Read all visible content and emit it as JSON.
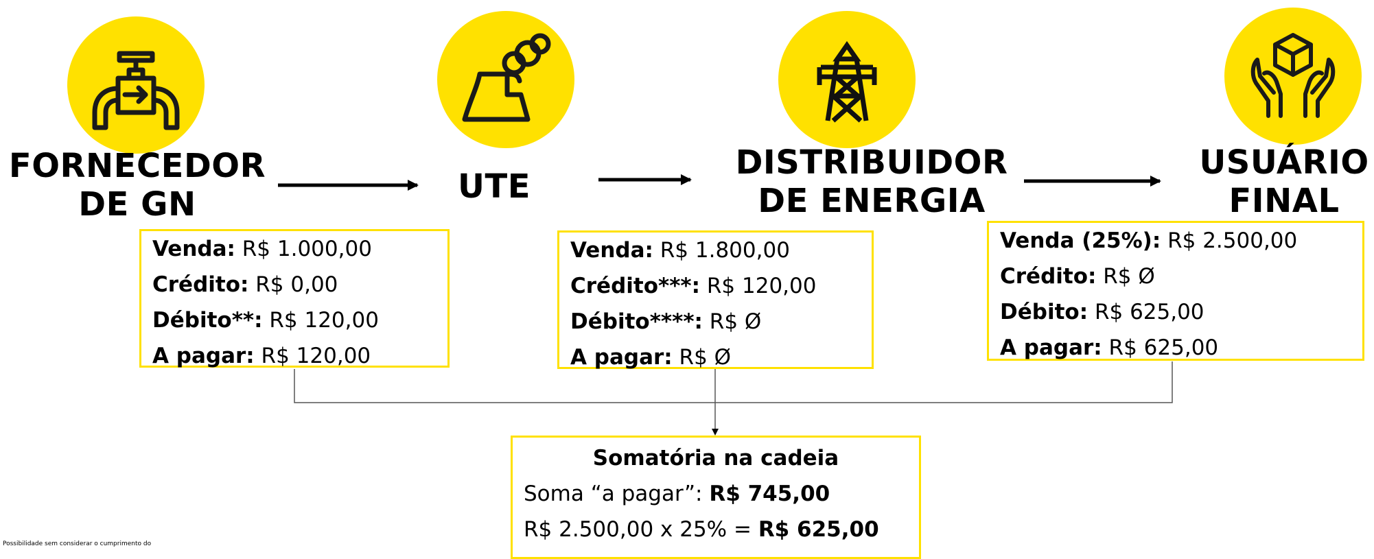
{
  "colors": {
    "accent": "#FFE100",
    "ink": "#000000",
    "connector": "#555555"
  },
  "stages": [
    {
      "id": "fornecedor",
      "icon": "gas-valve-icon",
      "line1": "FORNECEDOR",
      "line2": "DE GN"
    },
    {
      "id": "ute",
      "icon": "power-plant-icon",
      "line1": "UTE",
      "line2": ""
    },
    {
      "id": "distribuidor",
      "icon": "transmission-tower-icon",
      "line1": "DISTRIBUIDOR",
      "line2": "DE ENERGIA"
    },
    {
      "id": "usuario",
      "icon": "hands-box-icon",
      "line1": "USUÁRIO",
      "line2": "FINAL"
    }
  ],
  "boxes": {
    "fornecedor": [
      {
        "label": "Venda:",
        "value": " R$ 1.000,00"
      },
      {
        "label": "Crédito:",
        "value": " R$ 0,00"
      },
      {
        "label": "Débito**:",
        "value": " R$ 120,00"
      },
      {
        "label": "A pagar:",
        "value": " R$ 120,00"
      }
    ],
    "distribuidor": [
      {
        "label": "Venda:",
        "value": " R$ 1.800,00"
      },
      {
        "label": "Crédito***:",
        "value": " R$ 120,00"
      },
      {
        "label": "Débito****:",
        "value": " R$ Ø"
      },
      {
        "label": "A pagar:",
        "value": " R$ Ø"
      }
    ],
    "usuario": [
      {
        "label": "Venda (25%):",
        "value": " R$ 2.500,00"
      },
      {
        "label": "Crédito:",
        "value": " R$ Ø"
      },
      {
        "label": "Débito:",
        "value": " R$ 625,00"
      },
      {
        "label": "A pagar:",
        "value": " R$ 625,00"
      }
    ]
  },
  "summary": {
    "title": "Somatória na cadeia",
    "line1_prefix": "Soma “a pagar”: ",
    "line1_value": "R$ 745,00",
    "line2_prefix": "R$ 2.500,00 x 25% = ",
    "line2_value": "R$ 625,00"
  },
  "footnote": "Possibilidade sem considerar o cumprimento do"
}
